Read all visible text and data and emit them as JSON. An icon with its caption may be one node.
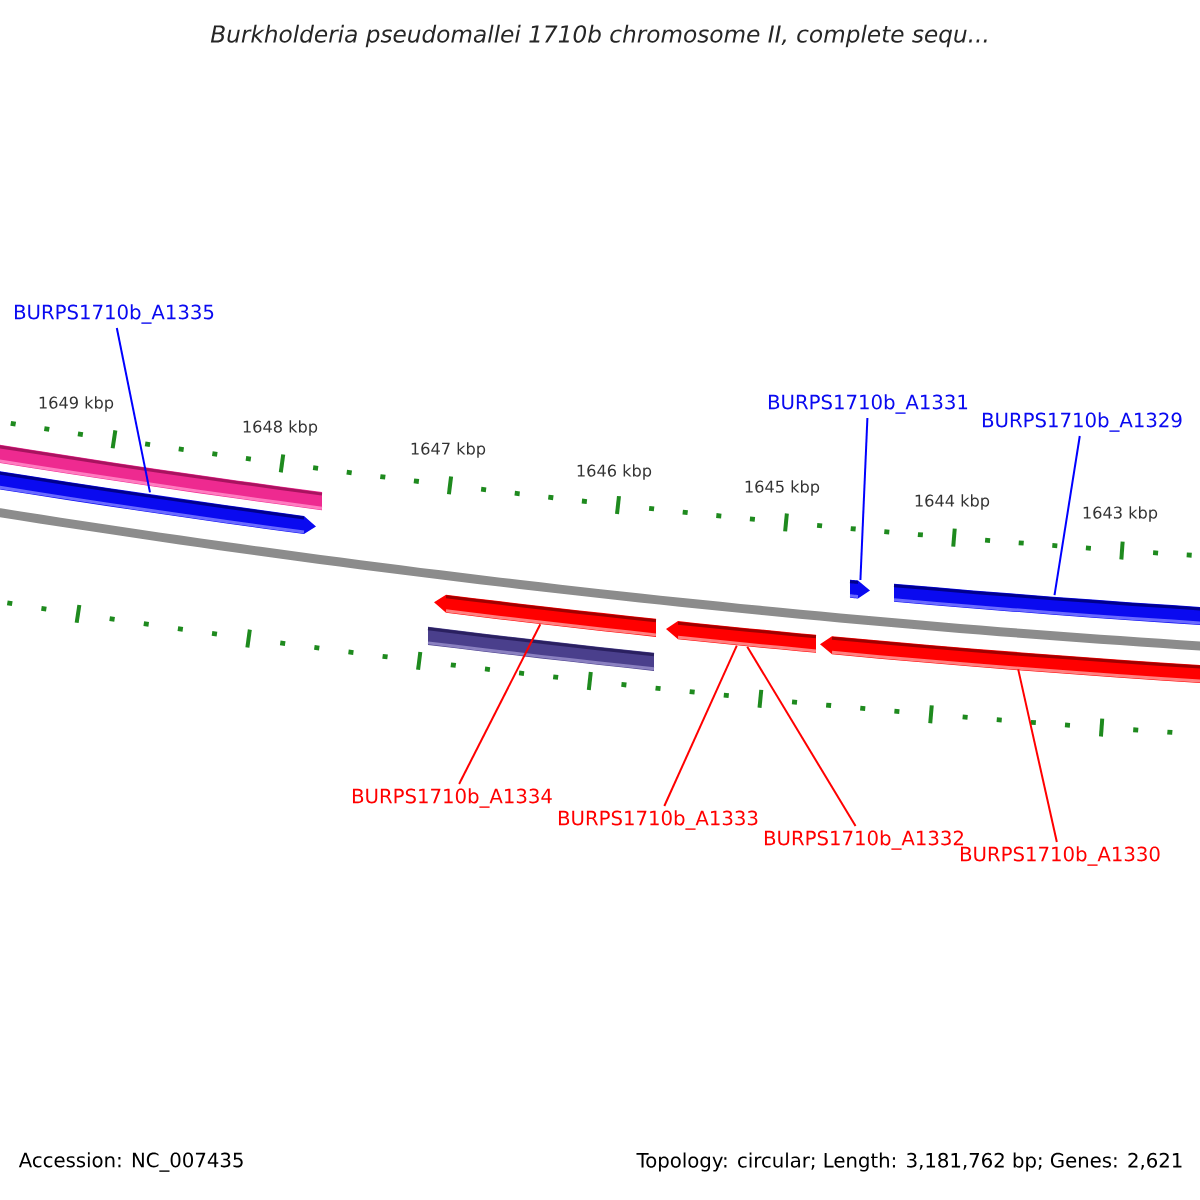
{
  "diagram": {
    "title": "Burkholderia pseudomallei 1710b chromosome II, complete sequ...",
    "nodes": [
      {
        "text": [],
        "shape": "bar"
      },
      {
        "text": [],
        "shape": "arrow"
      },
      {
        "text": [],
        "shape": "bar"
      },
      {
        "text": [],
        "shape": "arrow"
      },
      {
        "text": [],
        "shape": "arrow"
      },
      {
        "text": [],
        "shape": "arrow"
      },
      {
        "text": [],
        "shape": "arrow"
      },
      {
        "text": [],
        "shape": "arrow"
      },
      {
        "text": [
          "BURPS1710b_A1335"
        ]
      },
      {
        "text": [
          "BURPS1710b_A1331"
        ]
      },
      {
        "text": [
          "BURPS1710b_A1329"
        ]
      },
      {
        "text": [
          "BURPS1710b_A1334"
        ]
      },
      {
        "text": [
          "BURPS1710b_A1333"
        ]
      },
      {
        "text": [
          "BURPS1710b_A1332"
        ]
      },
      {
        "text": [
          "BURPS1710b_A1330"
        ]
      }
    ],
    "edges": [
      {
        "from": 8,
        "to": 1,
        "arrow": "none",
        "color": "#0000ff"
      },
      {
        "from": 9,
        "to": 6,
        "arrow": "none",
        "color": "#0000ff"
      },
      {
        "from": 10,
        "to": 7,
        "arrow": "none",
        "color": "#0000ff"
      },
      {
        "from": 11,
        "to": 3,
        "arrow": "none"
      },
      {
        "from": 12,
        "to": 4,
        "arrow": "none"
      },
      {
        "from": 13,
        "to": 4,
        "arrow": "none"
      },
      {
        "from": 14,
        "to": 5,
        "arrow": "none"
      }
    ],
    "labels": [
      "1649 kbp",
      "1648 kbp",
      "1647 kbp",
      "1646 kbp",
      "1645 kbp",
      "1644 kbp",
      "1643 kbp",
      "Accession: NC_007435",
      "Topology: circular; Length: 3,181,762 bp; Genes: 2,621"
    ]
  }
}
